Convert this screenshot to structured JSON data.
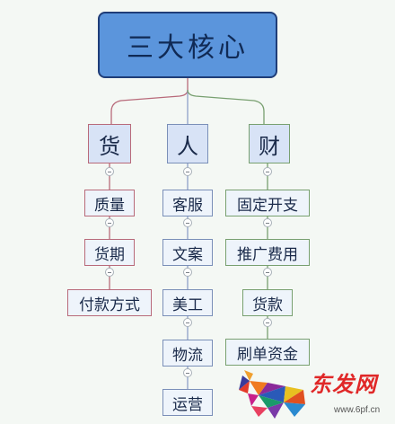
{
  "root": {
    "label": "三大核心"
  },
  "branches": [
    {
      "label": "货",
      "color": "#b86a7a",
      "items": [
        "质量",
        "货期",
        "付款方式"
      ]
    },
    {
      "label": "人",
      "color": "#7a8fb8",
      "items": [
        "客服",
        "文案",
        "美工",
        "物流",
        "运营"
      ]
    },
    {
      "label": "财",
      "color": "#78a070",
      "items": [
        "固定开支",
        "推广费用",
        "货款",
        "刷单资金"
      ]
    }
  ],
  "watermark": {
    "text": "东发网",
    "url": "www.6pf.cn"
  }
}
